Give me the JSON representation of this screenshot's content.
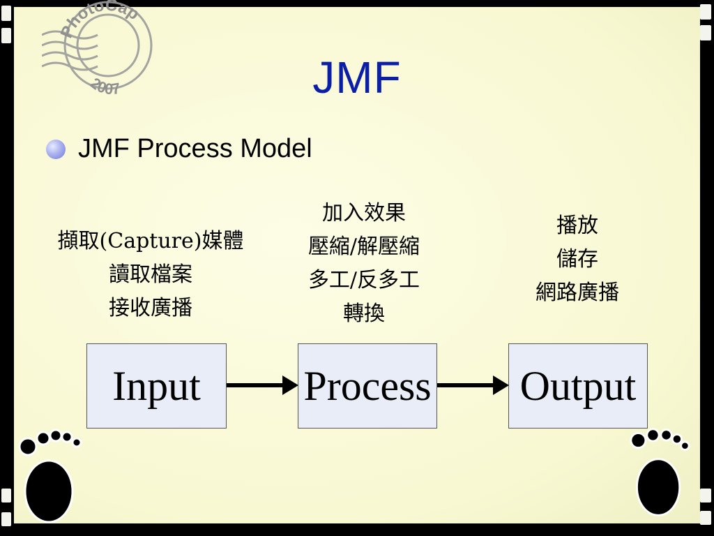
{
  "slide": {
    "title": "JMF",
    "bullet": "JMF Process Model"
  },
  "stamp": {
    "text_top": "PhotoCap",
    "text_bottom": "2007"
  },
  "diagram": {
    "labels": {
      "input": [
        "擷取(Capture)媒體",
        "讀取檔案",
        "接收廣播"
      ],
      "process": [
        "加入效果",
        "壓縮/解壓縮",
        "多工/反多工",
        "轉換"
      ],
      "output": [
        "播放",
        "儲存",
        "網路廣播"
      ]
    },
    "nodes": [
      {
        "id": "input",
        "label": "Input"
      },
      {
        "id": "process",
        "label": "Process"
      },
      {
        "id": "output",
        "label": "Output"
      }
    ],
    "edges": [
      {
        "from": "input",
        "to": "process"
      },
      {
        "from": "process",
        "to": "output"
      }
    ]
  },
  "colors": {
    "title": "#0a1ea8",
    "box_fill": "#e8edf7",
    "paper": "#fbfbdd",
    "frame": "#000000"
  }
}
